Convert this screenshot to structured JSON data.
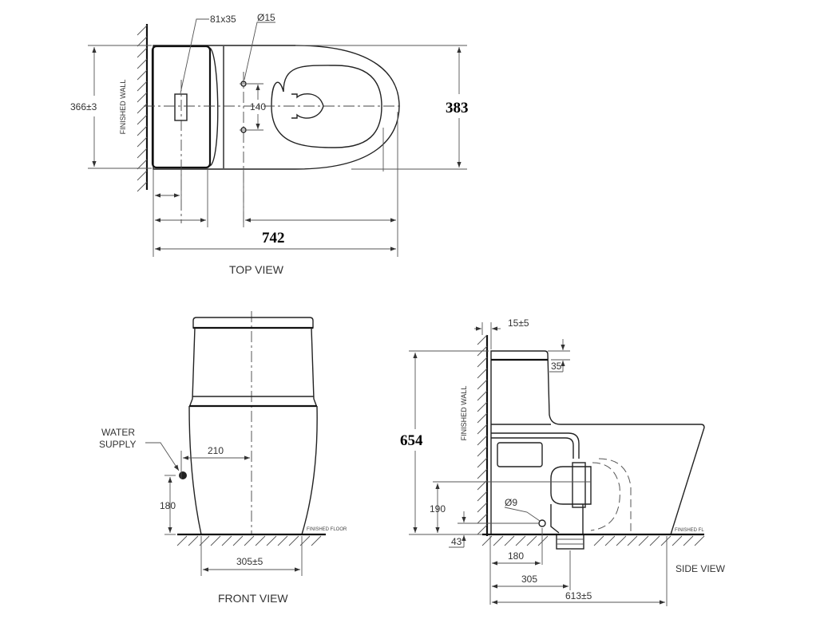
{
  "top_view": {
    "title": "TOP VIEW",
    "wall_label": "FINISHED WALL",
    "dims": {
      "outlet": "81x35",
      "bolt_hole": "Ø15",
      "bolt_spacing": "140",
      "tank_width": "366±3",
      "overall_width": "383",
      "overall_length": "742"
    }
  },
  "front_view": {
    "title": "FRONT VIEW",
    "water_supply_line1": "WATER",
    "water_supply_line2": "SUPPLY",
    "floor_label": "FINISHED FLOOR",
    "dims": {
      "supply_offset": "210",
      "supply_height": "180",
      "base_width": "305±5"
    }
  },
  "side_view": {
    "title": "SIDE VIEW",
    "wall_label": "FINISHED WALL",
    "floor_label": "FINISHED FL",
    "dims": {
      "wall_gap": "15±5",
      "lid_thickness": "35",
      "overall_height": "654",
      "supply_height": "190",
      "supply_hole": "Ø9",
      "supply_base": "43",
      "supply_distance": "180",
      "rough_in": "305",
      "overall_length": "613±5"
    }
  },
  "colors": {
    "line": "#222222",
    "dimension": "#555555",
    "background": "#ffffff"
  }
}
